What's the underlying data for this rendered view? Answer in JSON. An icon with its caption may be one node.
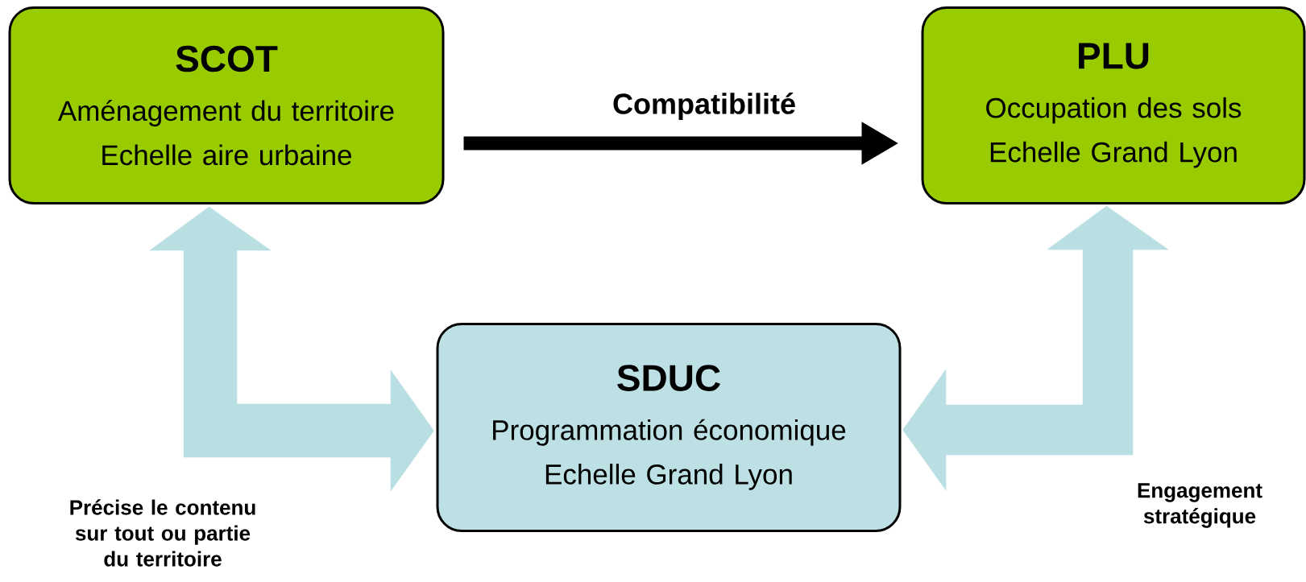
{
  "diagram": {
    "nodes": [
      {
        "text": [
          "SCOT",
          "Aménagement du territoire Echelle aire urbaine"
        ]
      },
      {
        "text": [
          "PLU",
          "Occupation des sols Echelle Grand Lyon"
        ]
      },
      {
        "text": [
          "SDUC",
          "Programmation économique Echelle Grand Lyon"
        ]
      }
    ],
    "edges": [
      {
        "from": 0,
        "to": 1,
        "arrow": "to",
        "label": "Compatibilité",
        "color": "#000000"
      },
      {
        "from": 0,
        "to": 2,
        "arrow": "both",
        "color": "#b9dfe3"
      },
      {
        "from": 2,
        "to": 1,
        "arrow": "both",
        "color": "#b9dfe3"
      }
    ],
    "labels": [
      "Précise le contenu sur tout ou partie du territoire",
      "Engagement stratégique"
    ]
  }
}
